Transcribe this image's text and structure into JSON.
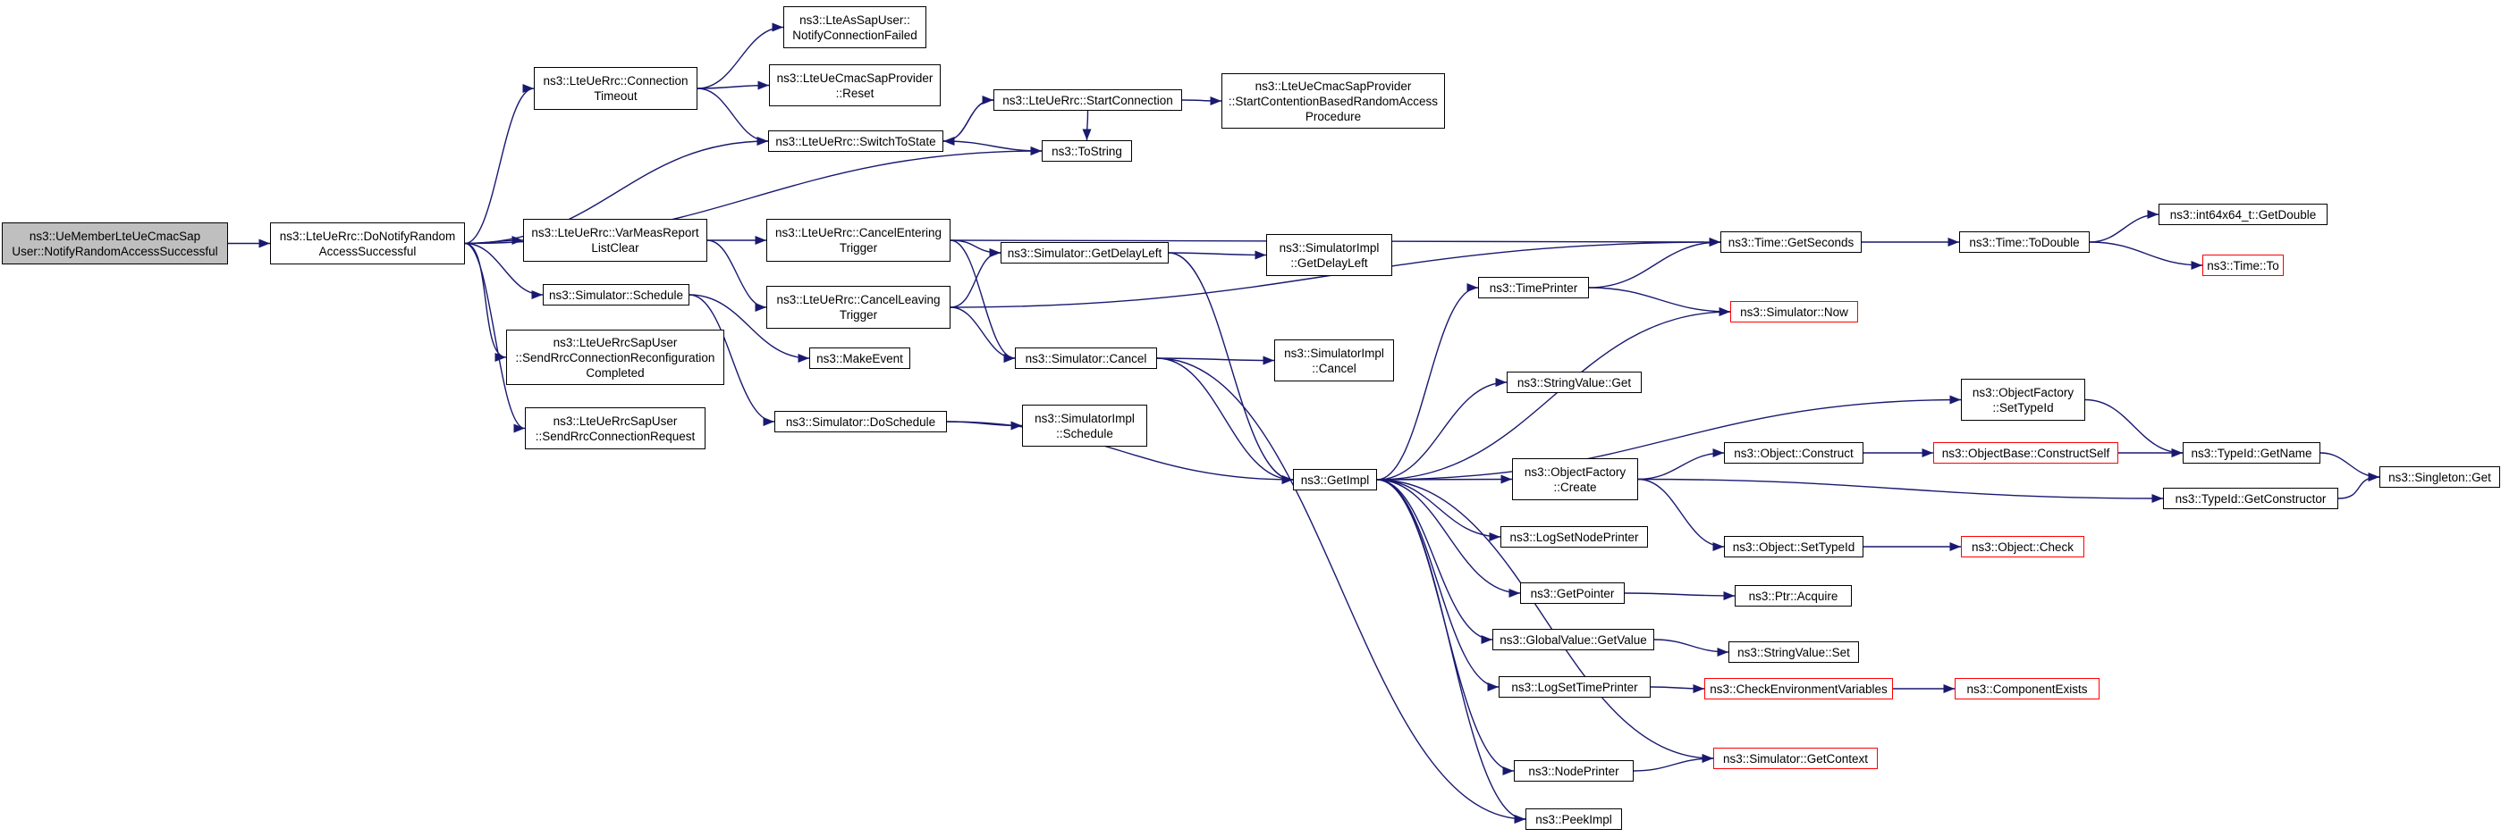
{
  "colors": {
    "edge": "#191970",
    "box_border": "#000000",
    "truncated_border": "#ff0000",
    "root_fill": "#bfbfbf"
  },
  "nodes": [
    {
      "id": "root",
      "label": "ns3::UeMemberLteUeCmacSap\nUser::NotifyRandomAccessSuccessful",
      "style": "root"
    },
    {
      "id": "doNotify",
      "label": "ns3::LteUeRrc::DoNotifyRandom\nAccessSuccessful"
    },
    {
      "id": "connTimeout",
      "label": "ns3::LteUeRrc::Connection\nTimeout"
    },
    {
      "id": "notifyConnFailed",
      "label": "ns3::LteAsSapUser::\nNotifyConnectionFailed"
    },
    {
      "id": "cmacReset",
      "label": "ns3::LteUeCmacSapProvider\n::Reset"
    },
    {
      "id": "switchToState",
      "label": "ns3::LteUeRrc::SwitchToState"
    },
    {
      "id": "startConnection",
      "label": "ns3::LteUeRrc::StartConnection"
    },
    {
      "id": "startContention",
      "label": "ns3::LteUeCmacSapProvider\n::StartContentionBasedRandomAccess\nProcedure"
    },
    {
      "id": "toString",
      "label": "ns3::ToString"
    },
    {
      "id": "varMeas",
      "label": "ns3::LteUeRrc::VarMeasReport\nListClear"
    },
    {
      "id": "cancelEntering",
      "label": "ns3::LteUeRrc::CancelEntering\nTrigger"
    },
    {
      "id": "cancelLeaving",
      "label": "ns3::LteUeRrc::CancelLeaving\nTrigger"
    },
    {
      "id": "schedule",
      "label": "ns3::Simulator::Schedule"
    },
    {
      "id": "makeEvent",
      "label": "ns3::MakeEvent"
    },
    {
      "id": "sendReconf",
      "label": "ns3::LteUeRrcSapUser\n::SendRrcConnectionReconfiguration\nCompleted"
    },
    {
      "id": "sendReq",
      "label": "ns3::LteUeRrcSapUser\n::SendRrcConnectionRequest"
    },
    {
      "id": "doSchedule",
      "label": "ns3::Simulator::DoSchedule"
    },
    {
      "id": "implSchedule",
      "label": "ns3::SimulatorImpl\n::Schedule"
    },
    {
      "id": "getDelayLeft",
      "label": "ns3::Simulator::GetDelayLeft"
    },
    {
      "id": "implGetDelayLeft",
      "label": "ns3::SimulatorImpl\n::GetDelayLeft"
    },
    {
      "id": "simCancel",
      "label": "ns3::Simulator::Cancel"
    },
    {
      "id": "implCancel",
      "label": "ns3::SimulatorImpl\n::Cancel"
    },
    {
      "id": "getImpl",
      "label": "ns3::GetImpl"
    },
    {
      "id": "getSeconds",
      "label": "ns3::Time::GetSeconds"
    },
    {
      "id": "toDouble",
      "label": "ns3::Time::ToDouble"
    },
    {
      "id": "int64GetDouble",
      "label": "ns3::int64x64_t::GetDouble"
    },
    {
      "id": "timeTo",
      "label": "ns3::Time::To",
      "style": "red"
    },
    {
      "id": "timePrinter",
      "label": "ns3::TimePrinter"
    },
    {
      "id": "simNow",
      "label": "ns3::Simulator::Now",
      "style": "red"
    },
    {
      "id": "stringValueGet",
      "label": "ns3::StringValue::Get"
    },
    {
      "id": "ofSetTypeId",
      "label": "ns3::ObjectFactory\n::SetTypeId"
    },
    {
      "id": "ofCreate",
      "label": "ns3::ObjectFactory\n::Create"
    },
    {
      "id": "objConstruct",
      "label": "ns3::Object::Construct"
    },
    {
      "id": "constructSelf",
      "label": "ns3::ObjectBase::ConstructSelf",
      "style": "red"
    },
    {
      "id": "typeIdGetName",
      "label": "ns3::TypeId::GetName"
    },
    {
      "id": "singletonGet",
      "label": "ns3::Singleton::Get"
    },
    {
      "id": "typeIdGetConstructor",
      "label": "ns3::TypeId::GetConstructor"
    },
    {
      "id": "objSetTypeId",
      "label": "ns3::Object::SetTypeId"
    },
    {
      "id": "objCheck",
      "label": "ns3::Object::Check",
      "style": "red"
    },
    {
      "id": "logSetNodePrinter",
      "label": "ns3::LogSetNodePrinter"
    },
    {
      "id": "getPointer",
      "label": "ns3::GetPointer"
    },
    {
      "id": "ptrAcquire",
      "label": "ns3::Ptr::Acquire"
    },
    {
      "id": "gvGetValue",
      "label": "ns3::GlobalValue::GetValue"
    },
    {
      "id": "stringValueSet",
      "label": "ns3::StringValue::Set"
    },
    {
      "id": "logSetTimePrinter",
      "label": "ns3::LogSetTimePrinter"
    },
    {
      "id": "checkEnv",
      "label": "ns3::CheckEnvironmentVariables",
      "style": "red"
    },
    {
      "id": "componentExists",
      "label": "ns3::ComponentExists",
      "style": "red"
    },
    {
      "id": "nodePrinter",
      "label": "ns3::NodePrinter"
    },
    {
      "id": "getContext",
      "label": "ns3::Simulator::GetContext",
      "style": "red"
    },
    {
      "id": "peekImpl",
      "label": "ns3::PeekImpl"
    }
  ],
  "edges": [
    [
      "root",
      "doNotify"
    ],
    [
      "doNotify",
      "connTimeout"
    ],
    [
      "doNotify",
      "switchToState"
    ],
    [
      "doNotify",
      "toString"
    ],
    [
      "doNotify",
      "varMeas"
    ],
    [
      "doNotify",
      "schedule"
    ],
    [
      "doNotify",
      "sendReconf"
    ],
    [
      "doNotify",
      "sendReq"
    ],
    [
      "connTimeout",
      "notifyConnFailed"
    ],
    [
      "connTimeout",
      "cmacReset"
    ],
    [
      "connTimeout",
      "switchToState"
    ],
    [
      "switchToState",
      "startConnection"
    ],
    [
      "switchToState",
      "toString"
    ],
    [
      "startConnection",
      "switchToState"
    ],
    [
      "startConnection",
      "startContention"
    ],
    [
      "startConnection",
      "toString"
    ],
    [
      "varMeas",
      "cancelEntering"
    ],
    [
      "varMeas",
      "cancelLeaving"
    ],
    [
      "cancelEntering",
      "getSeconds"
    ],
    [
      "cancelEntering",
      "getDelayLeft"
    ],
    [
      "cancelEntering",
      "simCancel"
    ],
    [
      "cancelLeaving",
      "getDelayLeft"
    ],
    [
      "cancelLeaving",
      "simCancel"
    ],
    [
      "cancelLeaving",
      "getSeconds"
    ],
    [
      "schedule",
      "makeEvent"
    ],
    [
      "schedule",
      "doSchedule"
    ],
    [
      "doSchedule",
      "implSchedule"
    ],
    [
      "doSchedule",
      "getImpl"
    ],
    [
      "getDelayLeft",
      "implGetDelayLeft"
    ],
    [
      "getDelayLeft",
      "getImpl"
    ],
    [
      "simCancel",
      "implCancel"
    ],
    [
      "simCancel",
      "getImpl"
    ],
    [
      "simCancel",
      "peekImpl"
    ],
    [
      "getImpl",
      "timePrinter"
    ],
    [
      "getImpl",
      "simNow"
    ],
    [
      "getImpl",
      "stringValueGet"
    ],
    [
      "getImpl",
      "ofSetTypeId"
    ],
    [
      "getImpl",
      "ofCreate"
    ],
    [
      "getImpl",
      "logSetNodePrinter"
    ],
    [
      "getImpl",
      "getPointer"
    ],
    [
      "getImpl",
      "gvGetValue"
    ],
    [
      "getImpl",
      "logSetTimePrinter"
    ],
    [
      "getImpl",
      "nodePrinter"
    ],
    [
      "getImpl",
      "getContext"
    ],
    [
      "getImpl",
      "peekImpl"
    ],
    [
      "timePrinter",
      "getSeconds"
    ],
    [
      "timePrinter",
      "simNow"
    ],
    [
      "getSeconds",
      "toDouble"
    ],
    [
      "toDouble",
      "int64GetDouble"
    ],
    [
      "toDouble",
      "timeTo"
    ],
    [
      "ofSetTypeId",
      "typeIdGetName"
    ],
    [
      "ofCreate",
      "objConstruct"
    ],
    [
      "ofCreate",
      "typeIdGetConstructor"
    ],
    [
      "ofCreate",
      "objSetTypeId"
    ],
    [
      "objConstruct",
      "constructSelf"
    ],
    [
      "constructSelf",
      "typeIdGetName"
    ],
    [
      "typeIdGetName",
      "singletonGet"
    ],
    [
      "typeIdGetConstructor",
      "singletonGet"
    ],
    [
      "objSetTypeId",
      "objCheck"
    ],
    [
      "getPointer",
      "ptrAcquire"
    ],
    [
      "gvGetValue",
      "stringValueSet"
    ],
    [
      "logSetTimePrinter",
      "checkEnv"
    ],
    [
      "checkEnv",
      "componentExists"
    ],
    [
      "nodePrinter",
      "getContext"
    ]
  ]
}
